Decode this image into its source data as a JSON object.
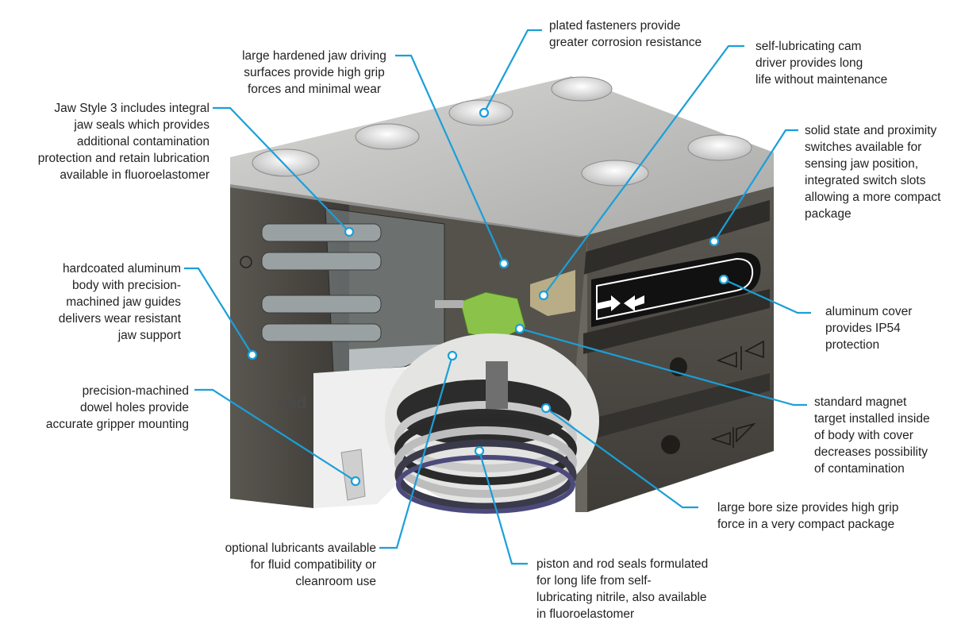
{
  "brand": {
    "logo_text": "phd"
  },
  "callouts": [
    {
      "id": "fasteners",
      "lines": [
        "plated fasteners provide",
        "greater corrosion resistance"
      ]
    },
    {
      "id": "cam",
      "lines": [
        "self-lubricating cam",
        "driver provides long",
        "life without maintenance"
      ]
    },
    {
      "id": "jaw-driving",
      "lines": [
        "large hardened jaw driving",
        "surfaces provide high grip",
        "forces and minimal wear"
      ]
    },
    {
      "id": "jaw-style",
      "lines": [
        "Jaw Style 3 includes integral",
        "jaw seals which provides",
        "additional contamination",
        "protection and retain lubrication",
        "available in fluoroelastomer"
      ]
    },
    {
      "id": "switches",
      "lines": [
        "solid state and proximity",
        "switches available for",
        "sensing jaw position,",
        "integrated switch slots",
        "allowing a more compact",
        "package"
      ]
    },
    {
      "id": "body",
      "lines": [
        "hardcoated aluminum",
        "body with precision-",
        "machined jaw guides",
        "delivers wear resistant",
        "jaw support"
      ]
    },
    {
      "id": "cover",
      "lines": [
        "aluminum cover",
        "provides IP54",
        "protection"
      ]
    },
    {
      "id": "dowel",
      "lines": [
        "precision-machined",
        "dowel holes provide",
        "accurate gripper mounting"
      ]
    },
    {
      "id": "magnet",
      "lines": [
        "standard magnet",
        "target installed inside",
        "of body with cover",
        "decreases possibility",
        "of contamination"
      ]
    },
    {
      "id": "bore",
      "lines": [
        "large bore size provides high grip",
        "force in a very compact package"
      ]
    },
    {
      "id": "lubricants",
      "lines": [
        "optional lubricants available",
        "for fluid compatibility or",
        "cleanroom use"
      ]
    },
    {
      "id": "seals",
      "lines": [
        "piston and rod seals formulated",
        "for long life from self-",
        "lubricating nitrile, also available",
        "in fluoroelastomer"
      ]
    }
  ],
  "colors": {
    "leader": "#1a9fd9",
    "text": "#231f20",
    "body_dark": "#4b4843",
    "body_top": "#c9c9c7",
    "cover_black": "#111111",
    "magnet_green": "#8bc34a"
  }
}
